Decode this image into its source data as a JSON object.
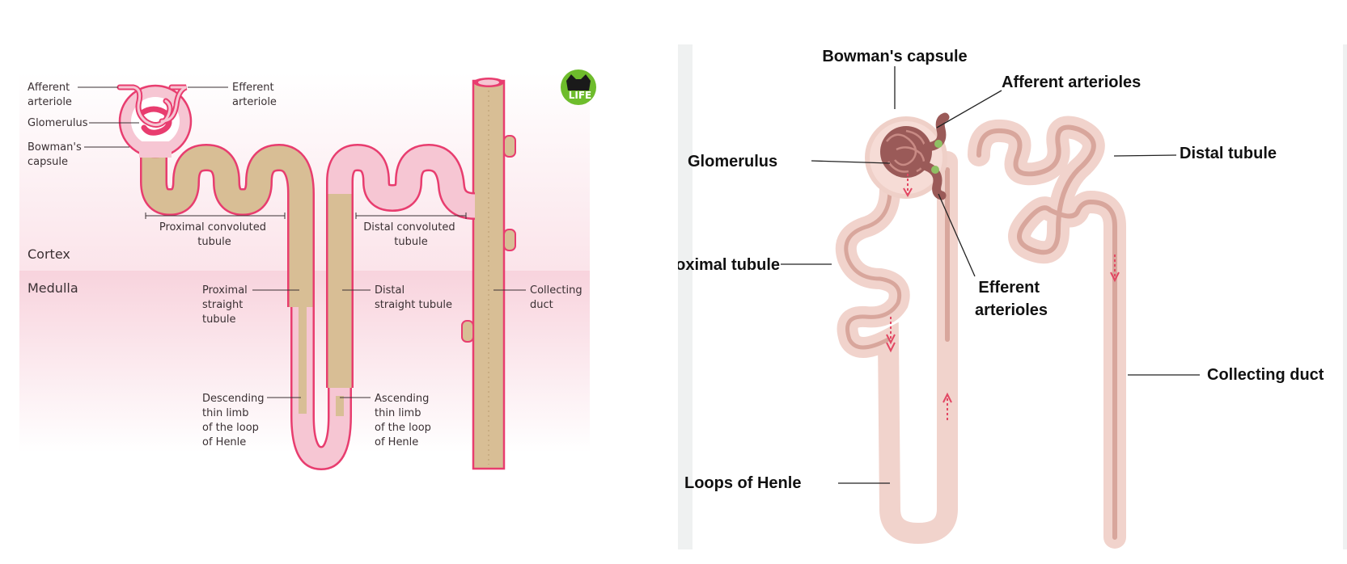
{
  "left_diagram": {
    "labels": {
      "afferent_arteriole": [
        "Afferent",
        "arteriole"
      ],
      "efferent_arteriole": [
        "Efferent",
        "arteriole"
      ],
      "glomerulus": "Glomerulus",
      "bowmans_capsule": [
        "Bowman's",
        "capsule"
      ],
      "proximal_convoluted_tubule": [
        "Proximal convoluted",
        "tubule"
      ],
      "distal_convoluted_tubule": [
        "Distal convoluted",
        "tubule"
      ],
      "proximal_straight_tubule": [
        "Proximal",
        "straight",
        "tubule"
      ],
      "distal_straight_tubule": [
        "Distal",
        "straight tubule"
      ],
      "collecting_duct": [
        "Collecting",
        "duct"
      ],
      "descending_thin_limb": [
        "Descending",
        "thin limb",
        "of the loop",
        "of Henle"
      ],
      "ascending_thin_limb": [
        "Ascending",
        "thin limb",
        "of the loop",
        "of Henle"
      ]
    },
    "regions": {
      "cortex": "Cortex",
      "medulla": "Medulla"
    },
    "badge": "LIFE",
    "colors": {
      "tubule_tan": "#d8be95",
      "tubule_pink": "#f6c6d3",
      "outline": "#e83d6f",
      "medulla_band": "#f9dbe3"
    }
  },
  "right_diagram": {
    "labels": {
      "bowmans_capsule": "Bowman's capsule",
      "afferent_arterioles": "Afferent arterioles",
      "glomerulus": "Glomerulus",
      "distal_tubule": "Distal tubule",
      "proximal_tubule": "Proximal tubule",
      "efferent_arterioles": [
        "Efferent",
        "arterioles"
      ],
      "collecting_duct": "Collecting duct",
      "loops_of_henle": "Loops of Henle"
    },
    "colors": {
      "tubule": "#f1d3cc",
      "tubule_core": "#d8a69c",
      "glomerulus": "#9a5a58",
      "arrow": "#e24763"
    }
  }
}
